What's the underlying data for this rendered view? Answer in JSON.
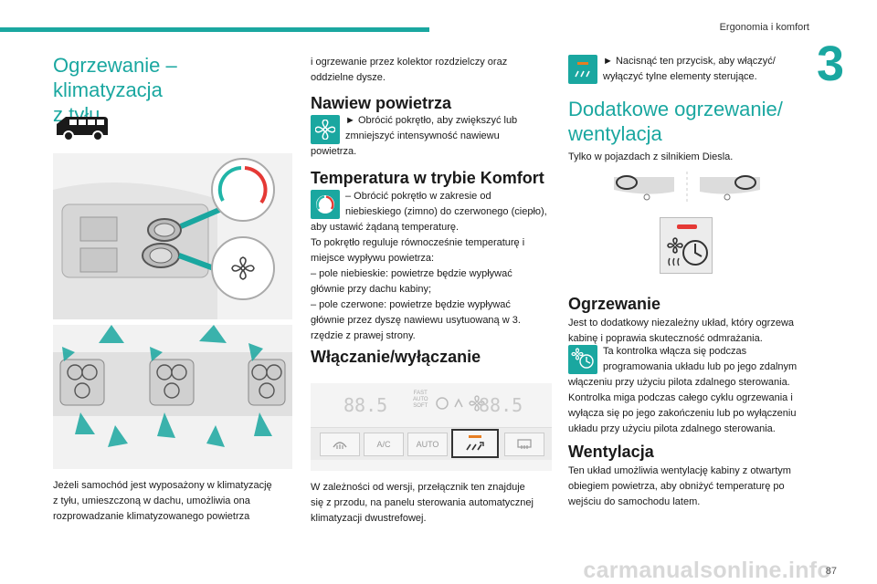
{
  "header": {
    "section": "Ergonomia i komfort",
    "chapter": "3",
    "page_number": "87"
  },
  "col1": {
    "title_line1": "Ogrzewanie – klimatyzacja",
    "title_line2": "z tyłu",
    "para_lines": [
      "Jeżeli samochód jest wyposażony w klimatyzację",
      "z tyłu, umieszczoną w dachu, umożliwia ona",
      "rozprowadzanie klimatyzowanego powietrza"
    ]
  },
  "col2": {
    "intro_lines": [
      "i ogrzewanie przez kolektor rozdzielczy oraz",
      "oddzielne dysze."
    ],
    "airflow_title": "Nawiew powietrza",
    "airflow_lines": [
      "► Obrócić pokrętło, aby zwiększyć lub",
      "zmniejszyć intensywność nawiewu",
      "powietrza."
    ],
    "temp_title": "Temperatura w trybie Komfort",
    "temp_lines": [
      "– Obrócić pokrętło w zakresie od",
      "niebieskiego (zimno) do czerwonego (ciepło),",
      "aby ustawić żądaną temperaturę.",
      "To pokrętło reguluje równocześnie temperaturę i",
      "miejsce wypływu powietrza:",
      "– pole niebieskie: powietrze będzie wypływać",
      "głównie przy dachu kabiny;",
      "– pole czerwone: powietrze będzie wypływać",
      "głównie przez dyszę nawiewu usytuowaną w 3.",
      "rzędzie z prawej strony."
    ],
    "onoff_title": "Włączanie/wyłączanie",
    "panel": {
      "display_left": "88.5",
      "display_right": "88.5",
      "fast": "FAST",
      "auto": "AUTO",
      "soft": "SOFT",
      "btn_ac": "A/C",
      "btn_auto": "AUTO"
    },
    "bottom_lines": [
      "W zależności od wersji, przełącznik ten znajduje",
      "się z przodu, na panelu sterowania automatycznej",
      "klimatyzacji dwustrefowej."
    ]
  },
  "col3": {
    "press_lines": [
      "► Nacisnąć ten przycisk, aby włączyć/",
      "wyłączyć tylne elementy sterujące."
    ],
    "extra_title_line1": "Dodatkowe ogrzewanie/",
    "extra_title_line2": "wentylacja",
    "diesel_note": "Tylko w pojazdach z silnikiem Diesla.",
    "heating_title": "Ogrzewanie",
    "heating_lines": [
      "Jest to dodatkowy niezależny układ, który ogrzewa",
      "kabinę i poprawia skuteczność odmrażania."
    ],
    "lamp_lines": [
      "Ta kontrolka włącza się podczas",
      "programowania układu lub po jego zdalnym",
      "włączeniu przy użyciu pilota zdalnego sterowania.",
      "Kontrolka miga podczas całego cyklu ogrzewania i",
      "wyłącza się po jego zakończeniu lub po wyłączeniu",
      "układu przy użyciu pilota zdalnego sterowania."
    ],
    "vent_title": "Wentylacja",
    "vent_lines": [
      "Ten układ umożliwia wentylację kabiny z otwartym",
      "obiegiem powietrza, aby obniżyć temperaturę po",
      "wejściu do samochodu latem."
    ]
  },
  "watermark": "carmanualsonline.info",
  "colors": {
    "accent": "#1aa7a0",
    "red": "#e53935",
    "cold": "#21b5a8"
  }
}
